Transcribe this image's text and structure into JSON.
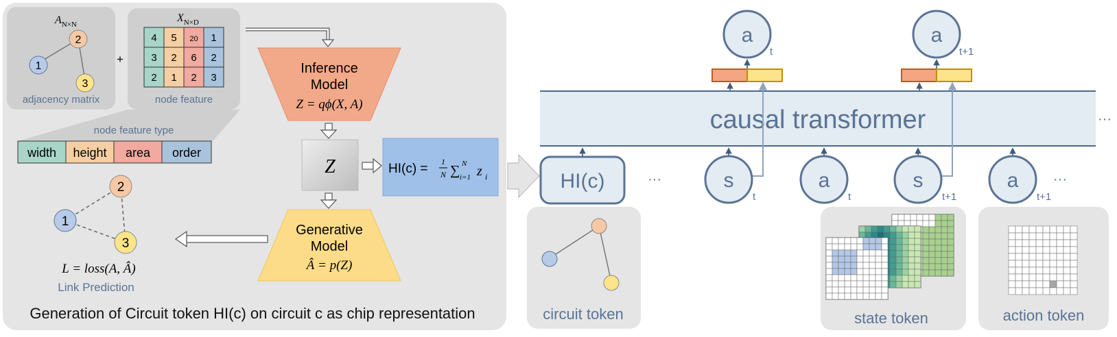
{
  "left_panel": {
    "caption": "Generation of Circuit token HI(c) on circuit c as chip representation",
    "adjacency": {
      "matrix_label": "A",
      "matrix_sub": "N×N",
      "caption": "adjacency matrix",
      "nodes": [
        "1",
        "2",
        "3"
      ]
    },
    "plus": "+",
    "node_feature": {
      "matrix_label": "X",
      "matrix_sub": "N×D",
      "caption": "node feature",
      "rows": [
        [
          "4",
          "5",
          "20",
          "1"
        ],
        [
          "3",
          "2",
          "6",
          "2"
        ],
        [
          "2",
          "1",
          "2",
          "3"
        ]
      ]
    },
    "feature_type": {
      "caption": "node feature type",
      "columns": [
        "width",
        "height",
        "area",
        "order"
      ]
    },
    "inference_model": {
      "title_line1": "Inference",
      "title_line2": "Model",
      "formula": "Z = qϕ(X, A)"
    },
    "latent": "Z",
    "hi_formula": {
      "lhs": "HI(c) =",
      "frac_num": "1",
      "frac_den": "N",
      "sum": "∑",
      "sum_top": "N",
      "sum_bottom": "i=1",
      "term": "z",
      "term_sub": "i"
    },
    "generative_model": {
      "title_line1": "Generative",
      "title_line2": "Model",
      "formula": "Â = p(Z)"
    },
    "link_prediction": {
      "nodes": [
        "1",
        "2",
        "3"
      ],
      "loss": "L = loss(A, Â)",
      "caption": "Link Prediction"
    }
  },
  "right_panel": {
    "transformer_label": "causal transformer",
    "ellipsis": "···",
    "outputs": [
      {
        "symbol": "a",
        "sub": "t"
      },
      {
        "symbol": "a",
        "sub": "t+1"
      }
    ],
    "inputs": {
      "hi_token": "HI(c)",
      "seq": [
        {
          "symbol": "s",
          "sub": "t"
        },
        {
          "symbol": "a",
          "sub": "t"
        },
        {
          "symbol": "s",
          "sub": "t+1"
        },
        {
          "symbol": "a",
          "sub": "t+1"
        }
      ]
    },
    "token_cards": {
      "circuit": "circuit token",
      "state": "state token",
      "action": "action token"
    },
    "colors": {
      "token_blue": "#5a7394",
      "output_orange": "#f4a582",
      "output_yellow": "#fde48a",
      "transformer_fill": "#e3ebf3"
    }
  }
}
